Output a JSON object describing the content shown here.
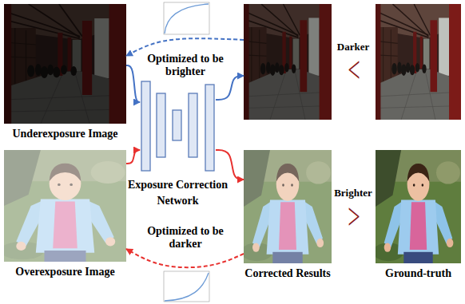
{
  "diagram": {
    "nodes": [
      {
        "text": [
          "Underexposure Image"
        ]
      },
      {
        "text": []
      },
      {
        "text": [
          "Exposure Correction Network"
        ]
      },
      {
        "text": [
          "Overexposure Image"
        ]
      },
      {
        "text": [
          "Corrected Results"
        ]
      },
      {
        "text": [
          "Ground-truth"
        ]
      }
    ],
    "edges": [
      {
        "from": 0,
        "to": 2,
        "arrow": "to"
      },
      {
        "from": 2,
        "to": 1,
        "arrow": "to"
      },
      {
        "from": 3,
        "to": 2,
        "arrow": "to"
      },
      {
        "from": 2,
        "to": 4,
        "arrow": "to"
      },
      {
        "from": 1,
        "to": 0,
        "arrow": "to",
        "label": "Optimized to be brighter"
      },
      {
        "from": 4,
        "to": 3,
        "arrow": "to",
        "label": "Optimized to be darker"
      }
    ],
    "labels": [
      "Darker",
      "<",
      "Brighter",
      ">"
    ]
  }
}
